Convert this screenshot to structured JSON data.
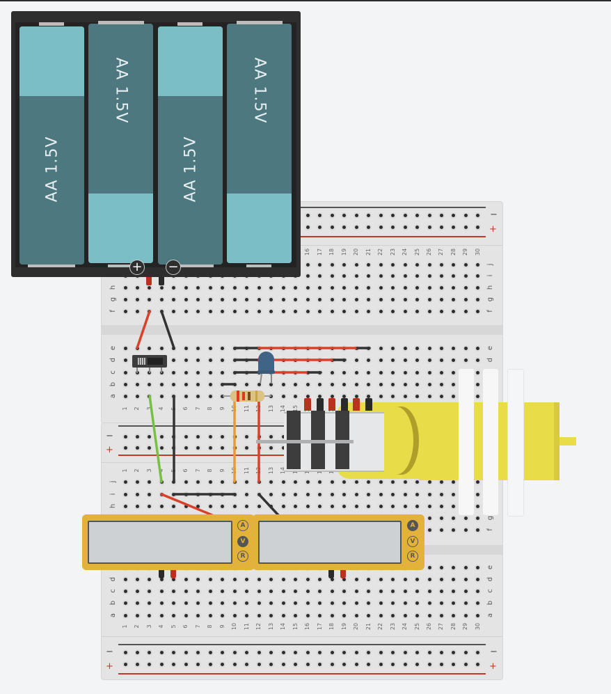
{
  "battery_pack": {
    "cells": [
      {
        "label": "AA 1.5V",
        "orientation": "up"
      },
      {
        "label": "AA 1.5V",
        "orientation": "down"
      },
      {
        "label": "AA 1.5V",
        "orientation": "up"
      },
      {
        "label": "AA 1.5V",
        "orientation": "down"
      }
    ],
    "plus_terminal": "+",
    "minus_terminal": "−"
  },
  "breadboard": {
    "columns": [
      "1",
      "2",
      "3",
      "4",
      "5",
      "6",
      "7",
      "8",
      "9",
      "10",
      "11",
      "12",
      "13",
      "14",
      "15",
      "16",
      "17",
      "18",
      "19",
      "20",
      "21",
      "22",
      "23",
      "24",
      "25",
      "26",
      "27",
      "28",
      "29",
      "30"
    ],
    "rows_top_half": [
      "j",
      "i",
      "h",
      "g",
      "f"
    ],
    "rows_bottom_half": [
      "e",
      "d",
      "c",
      "b",
      "a"
    ],
    "rail_minus": "−",
    "rail_plus": "+"
  },
  "multimeters": [
    {
      "name": "Multimeter 1",
      "modes": [
        "A",
        "V",
        "R"
      ],
      "selected": "V",
      "display": ""
    },
    {
      "name": "Multimeter 2",
      "modes": [
        "A",
        "V",
        "R"
      ],
      "selected": "A",
      "display": ""
    }
  ],
  "components": {
    "switch": "Slide switch",
    "led": {
      "name": "LED",
      "color": "#3f6485"
    },
    "resistor": {
      "name": "Resistor",
      "bands": [
        "#e03a1e",
        "#e03a1e",
        "#7b4a1c",
        "#c9a443"
      ]
    },
    "motor": {
      "name": "DC Gear motor",
      "color": "#e8dc48"
    }
  },
  "colors": {
    "wire_red": "#d8412a",
    "wire_black": "#333333",
    "wire_green": "#76c043",
    "wire_orange": "#eb9a2c",
    "battery_dark": "#4e7880",
    "battery_light": "#7bbec6",
    "meter_body": "#e2b23a"
  }
}
